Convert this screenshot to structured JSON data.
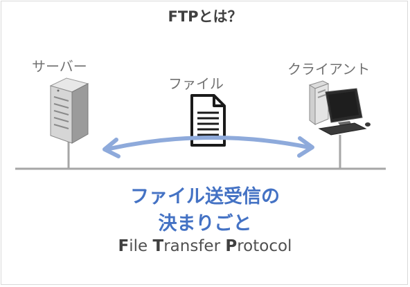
{
  "title": "FTPとは？",
  "server_label": "サーバー",
  "client_label": "クライアント",
  "file_label": "ファイル",
  "main_line1": "ファイル送受信の",
  "main_line2": "決まりごと",
  "subtitle": {
    "f": "F",
    "f_rest": "ile ",
    "t": "T",
    "t_rest": "ransfer ",
    "p": "P",
    "p_rest": "rotocol"
  },
  "colors": {
    "accent": "#4472c4",
    "arrow": "#8eaadb",
    "line": "#a6a6a6",
    "text": "#707070"
  },
  "icons": {
    "server": "server-icon",
    "client": "desktop-computer-icon",
    "file": "document-icon",
    "arrow": "bidirectional-arrow-icon"
  }
}
